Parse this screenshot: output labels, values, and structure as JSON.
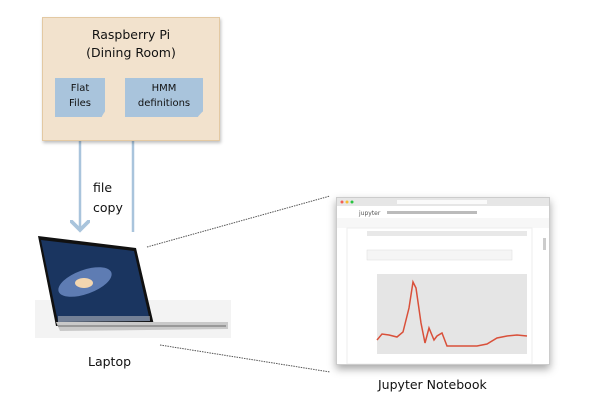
{
  "raspberry_pi": {
    "title_line1": "Raspberry Pi",
    "title_line2": "(Dining Room)"
  },
  "flat_files": {
    "line1": "Flat",
    "line2": "Files"
  },
  "hmm": {
    "line1": "HMM",
    "line2": "definitions"
  },
  "file_copy": {
    "line1": "file",
    "line2": "copy"
  },
  "laptop": {
    "label": "Laptop"
  },
  "notebook": {
    "label": "Jupyter Notebook",
    "logo_text": "jupyter"
  },
  "colors": {
    "pi_box": "#f2e2cd",
    "doc": "#a9c4dc",
    "arrow": "#a9c4dc",
    "plot_line": "#d9503a"
  }
}
